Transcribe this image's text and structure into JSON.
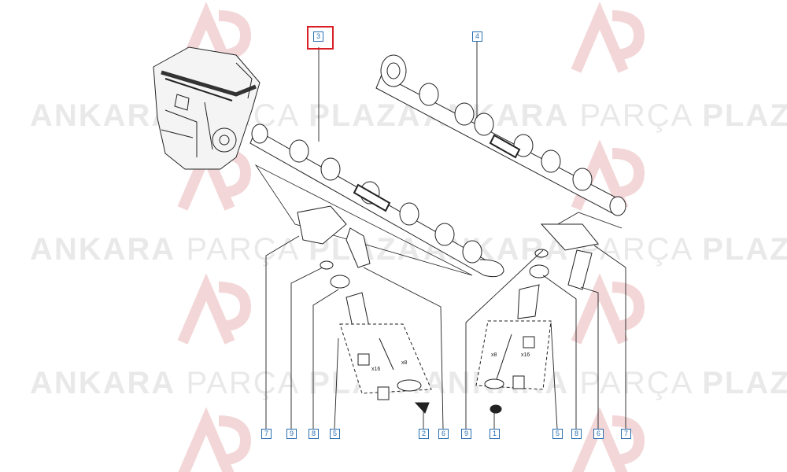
{
  "watermark": {
    "left_word": "ANKARA",
    "mid_word": "PARÇA",
    "right_word": "PLAZA"
  },
  "callouts": {
    "cam_intake": "3",
    "cam_exhaust": "4",
    "l_rocker": "7",
    "l_lash_cap": "9",
    "l_spring_seat": "8",
    "l_valve_kit": "5",
    "l_seal": "2",
    "l_tappet": "6",
    "r_lash_cap": "9",
    "r_seal": "1",
    "r_valve_kit": "5",
    "r_spring_seat": "8",
    "r_tappet": "6",
    "r_rocker": "7"
  },
  "kit_labels": {
    "left_keepers": "x16",
    "left_valve": "x8",
    "right_valve": "x8",
    "right_keepers": "x16"
  },
  "colors": {
    "watermark": "#e9e9e9",
    "logo_red": "#f2d4d5",
    "callout_blue": "#2a6fb0",
    "highlight_red": "#d81f26"
  }
}
